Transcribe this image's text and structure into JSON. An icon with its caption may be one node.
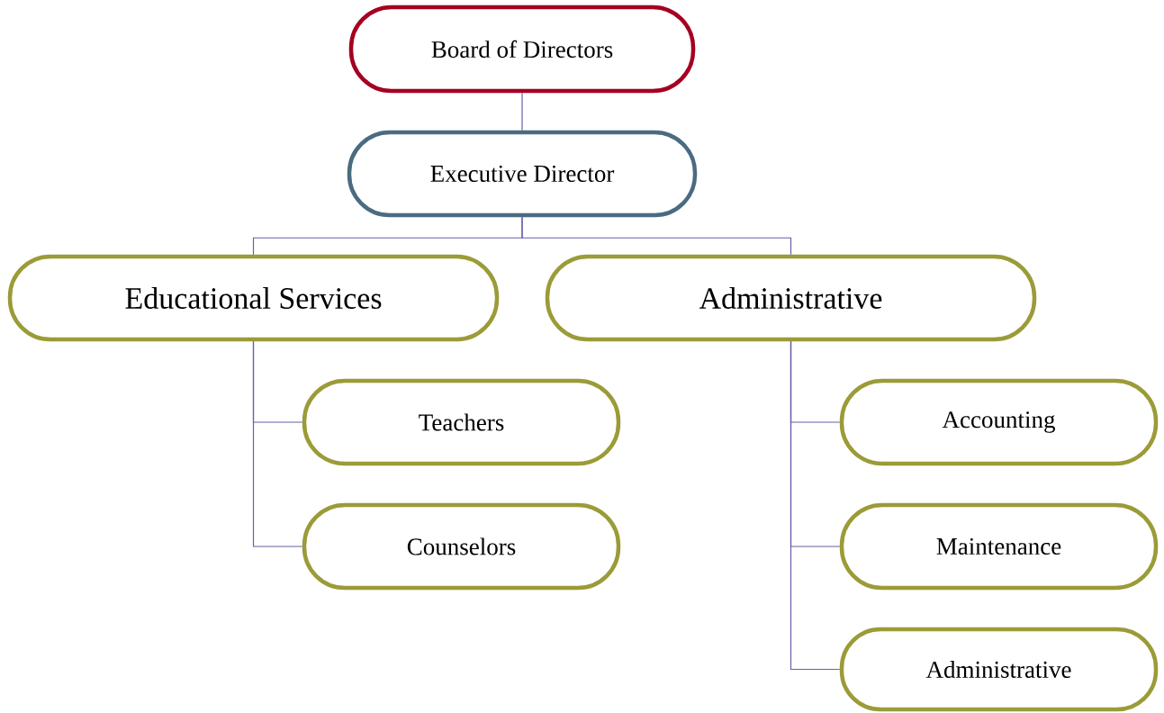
{
  "diagram": {
    "nodes": [
      {
        "text": [
          "Board of Directors"
        ]
      },
      {
        "text": [
          "Executive Director"
        ]
      },
      {
        "text": [
          "Educational Services"
        ]
      },
      {
        "text": [
          "Administrative"
        ]
      },
      {
        "text": [
          "Teachers"
        ]
      },
      {
        "text": [
          "Counselors"
        ]
      },
      {
        "text": [
          "Accounting"
        ]
      },
      {
        "text": [
          "Maintenance"
        ]
      },
      {
        "text": [
          "Administrative"
        ]
      }
    ],
    "edges": [
      {
        "from": 0,
        "to": 1,
        "arrow": "none"
      },
      {
        "from": 1,
        "to": 2,
        "arrow": "none"
      },
      {
        "from": 1,
        "to": 3,
        "arrow": "none"
      },
      {
        "from": 2,
        "to": 4,
        "arrow": "none"
      },
      {
        "from": 2,
        "to": 5,
        "arrow": "none"
      },
      {
        "from": 3,
        "to": 6,
        "arrow": "none"
      },
      {
        "from": 3,
        "to": 7,
        "arrow": "none"
      },
      {
        "from": 3,
        "to": 8,
        "arrow": "none"
      }
    ]
  }
}
